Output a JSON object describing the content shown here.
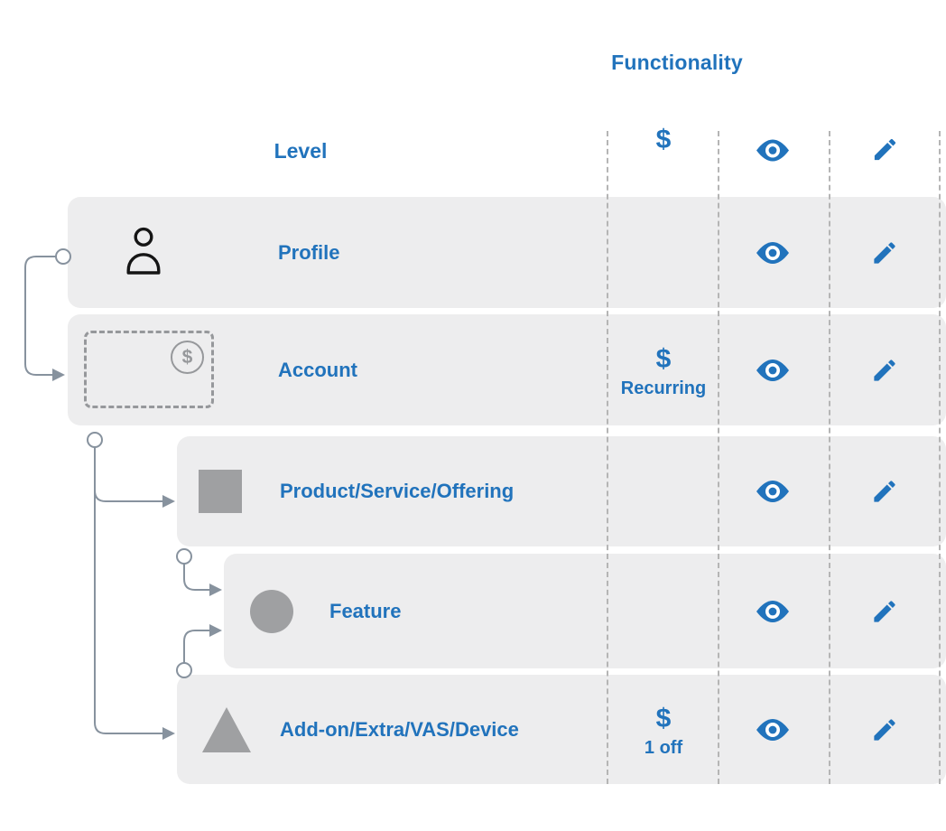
{
  "header": {
    "title": "Functionality",
    "level_label": "Level",
    "price_symbol": "$",
    "view_icon": "eye-icon",
    "edit_icon": "pencil-icon"
  },
  "colors": {
    "accent_blue": "#2173bc",
    "row_background": "#ededee",
    "shape_gray": "#9fa0a2",
    "connector_gray": "#87929e",
    "dashed_divider": "#b5b5b5"
  },
  "rows": [
    {
      "label": "Profile",
      "icon": "person-icon",
      "price_symbol": "",
      "price_label": "",
      "has_view": true,
      "has_edit": true
    },
    {
      "label": "Account",
      "icon": "dashed-card-dollar-icon",
      "icon_symbol": "$",
      "price_symbol": "$",
      "price_label": "Recurring",
      "has_view": true,
      "has_edit": true
    },
    {
      "label": "Product/Service/Offering",
      "icon": "square-icon",
      "price_symbol": "",
      "price_label": "",
      "has_view": true,
      "has_edit": true
    },
    {
      "label": "Feature",
      "icon": "circle-icon",
      "price_symbol": "",
      "price_label": "",
      "has_view": true,
      "has_edit": true
    },
    {
      "label": "Add-on/Extra/VAS/Device",
      "icon": "triangle-icon",
      "price_symbol": "$",
      "price_label": "1 off",
      "has_view": true,
      "has_edit": true
    }
  ],
  "connections": [
    "profile-to-account",
    "account-to-product",
    "account-to-addon",
    "product-to-feature",
    "addon-to-feature"
  ]
}
